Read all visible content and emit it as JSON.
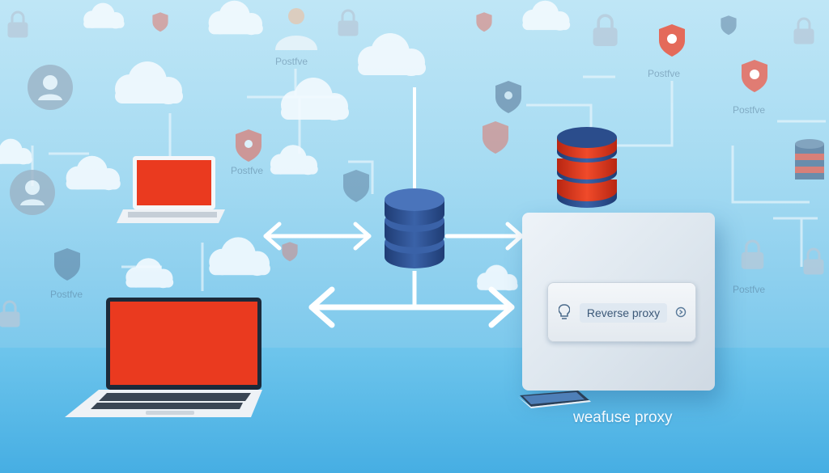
{
  "proxy": {
    "field_label": "Reverse proxy"
  },
  "caption": "weafuse proxy",
  "background_labels": [
    "Postfve",
    "Postfve",
    "Postfve",
    "Postfve",
    "Postfve",
    "Postfve"
  ],
  "icons": [
    "cloud-icon",
    "user-icon",
    "shield-icon",
    "lock-icon",
    "database-icon",
    "laptop-icon",
    "bulb-icon",
    "arrow-icon"
  ],
  "colors": {
    "sky": "#a6dbf2",
    "screen_red": "#e8341c",
    "db_blue": "#2b4d8c",
    "db_red": "#e03a1e",
    "box_grey": "#dde6ee"
  }
}
